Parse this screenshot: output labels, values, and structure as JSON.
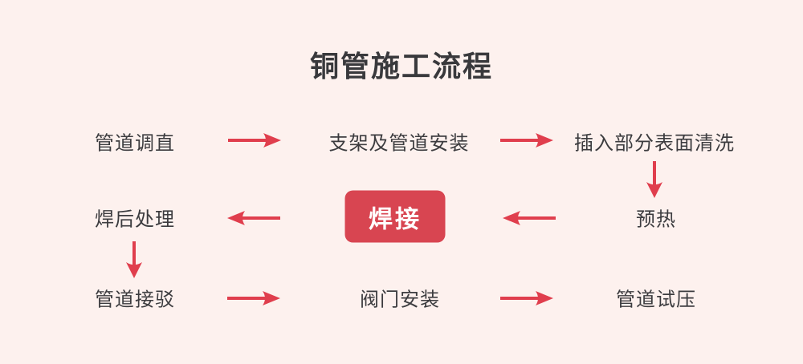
{
  "title": "铜管施工流程",
  "colors": {
    "background": "#fdf1ee",
    "arrow": "#e03e4d",
    "highlight_box_bg": "#d84551",
    "highlight_box_text": "#ffffff",
    "step_text": "#3c3c3f",
    "title_text": "#39393c"
  },
  "flow": {
    "rows": [
      {
        "direction": "right",
        "steps": [
          {
            "label": "管道调直",
            "highlight": false
          },
          {
            "label": "支架及管道安装",
            "highlight": false
          },
          {
            "label": "插入部分表面清洗",
            "highlight": false
          }
        ]
      },
      {
        "direction": "left",
        "steps": [
          {
            "label": "焊后处理",
            "highlight": false
          },
          {
            "label": "焊接",
            "highlight": true
          },
          {
            "label": "预热",
            "highlight": false
          }
        ]
      },
      {
        "direction": "right",
        "steps": [
          {
            "label": "管道接驳",
            "highlight": false
          },
          {
            "label": "阀门安装",
            "highlight": false
          },
          {
            "label": "管道试压",
            "highlight": false
          }
        ]
      }
    ],
    "sequence": [
      "管道调直",
      "支架及管道安装",
      "插入部分表面清洗",
      "预热",
      "焊接",
      "焊后处理",
      "管道接驳",
      "阀门安装",
      "管道试压"
    ]
  }
}
